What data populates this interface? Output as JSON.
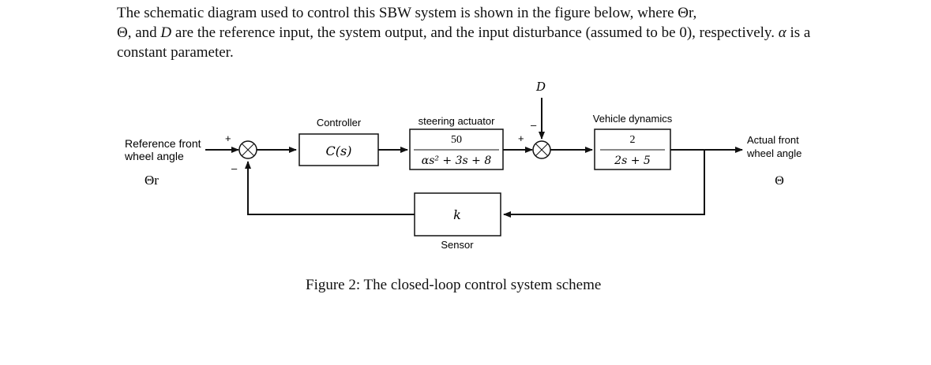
{
  "intro": {
    "part1": "The schematic diagram used to control this SBW system is shown in the figure below, where ",
    "sym_ref": "Θr",
    "part2": ",",
    "sym_out": "Θ",
    "part3": ", and ",
    "sym_d": "D",
    "part4": " are the reference input, the system output, and the input disturbance (assumed to be 0), respectively. ",
    "sym_alpha": "α",
    "part5": " is a constant parameter."
  },
  "diagram": {
    "input_label_line1": "Reference front",
    "input_label_line2": "wheel angle",
    "input_symbol": "Θr",
    "output_label_line1": "Actual front",
    "output_label_line2": "wheel angle",
    "output_symbol": "Θ",
    "disturbance": "D",
    "sum1_plus": "+",
    "sum1_minus": "–",
    "sum2_plus": "+",
    "sum2_minus": "–",
    "controller_label": "Controller",
    "controller_tf": "C(s)",
    "actuator_label": "steering actuator",
    "actuator_num": "50",
    "actuator_den": "αs² + 3s + 8",
    "vehicle_label": "Vehicle dynamics",
    "vehicle_num": "2",
    "vehicle_den": "2s + 5",
    "sensor_tf": "k",
    "sensor_label": "Sensor"
  },
  "caption": "Figure 2: The closed-loop control system scheme"
}
